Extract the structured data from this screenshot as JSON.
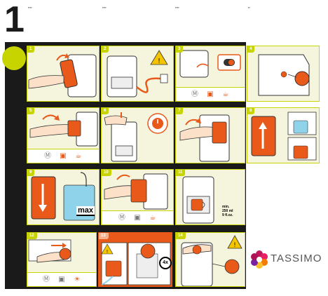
{
  "header": {
    "step_number": "1",
    "language_marks": [
      "▪▪▪▪",
      "▪▪▪▪",
      "▪▪▪▪",
      "▪▪"
    ]
  },
  "panels": [
    {
      "id": "p1",
      "badge": "1"
    },
    {
      "id": "p2",
      "badge": "2"
    },
    {
      "id": "p3",
      "badge": "3"
    },
    {
      "id": "p4",
      "badge": "4"
    },
    {
      "id": "p5",
      "badge": "5"
    },
    {
      "id": "p6",
      "badge": "6"
    },
    {
      "id": "p7",
      "badge": "7"
    },
    {
      "id": "p8",
      "badge": "8"
    },
    {
      "id": "p9",
      "badge": "9"
    },
    {
      "id": "p10",
      "badge": "10"
    },
    {
      "id": "p11",
      "badge": "11"
    },
    {
      "id": "p12",
      "badge": "12"
    },
    {
      "id": "p13",
      "badge": "13"
    },
    {
      "id": "p14",
      "badge": "14"
    }
  ],
  "labels": {
    "max": "max",
    "min_line1": "min.",
    "min_line2": "250 ml",
    "min_line3": "9 fl.oz.",
    "repeat": "4x"
  },
  "icons": {
    "water": "Ⓜ",
    "disc": "▣",
    "cup": "☕",
    "light": "☀"
  },
  "brand": {
    "name": "TASSIMO"
  },
  "colors": {
    "accent": "#c8d400",
    "orange": "#e8591a",
    "dark": "#1a1a1a"
  }
}
